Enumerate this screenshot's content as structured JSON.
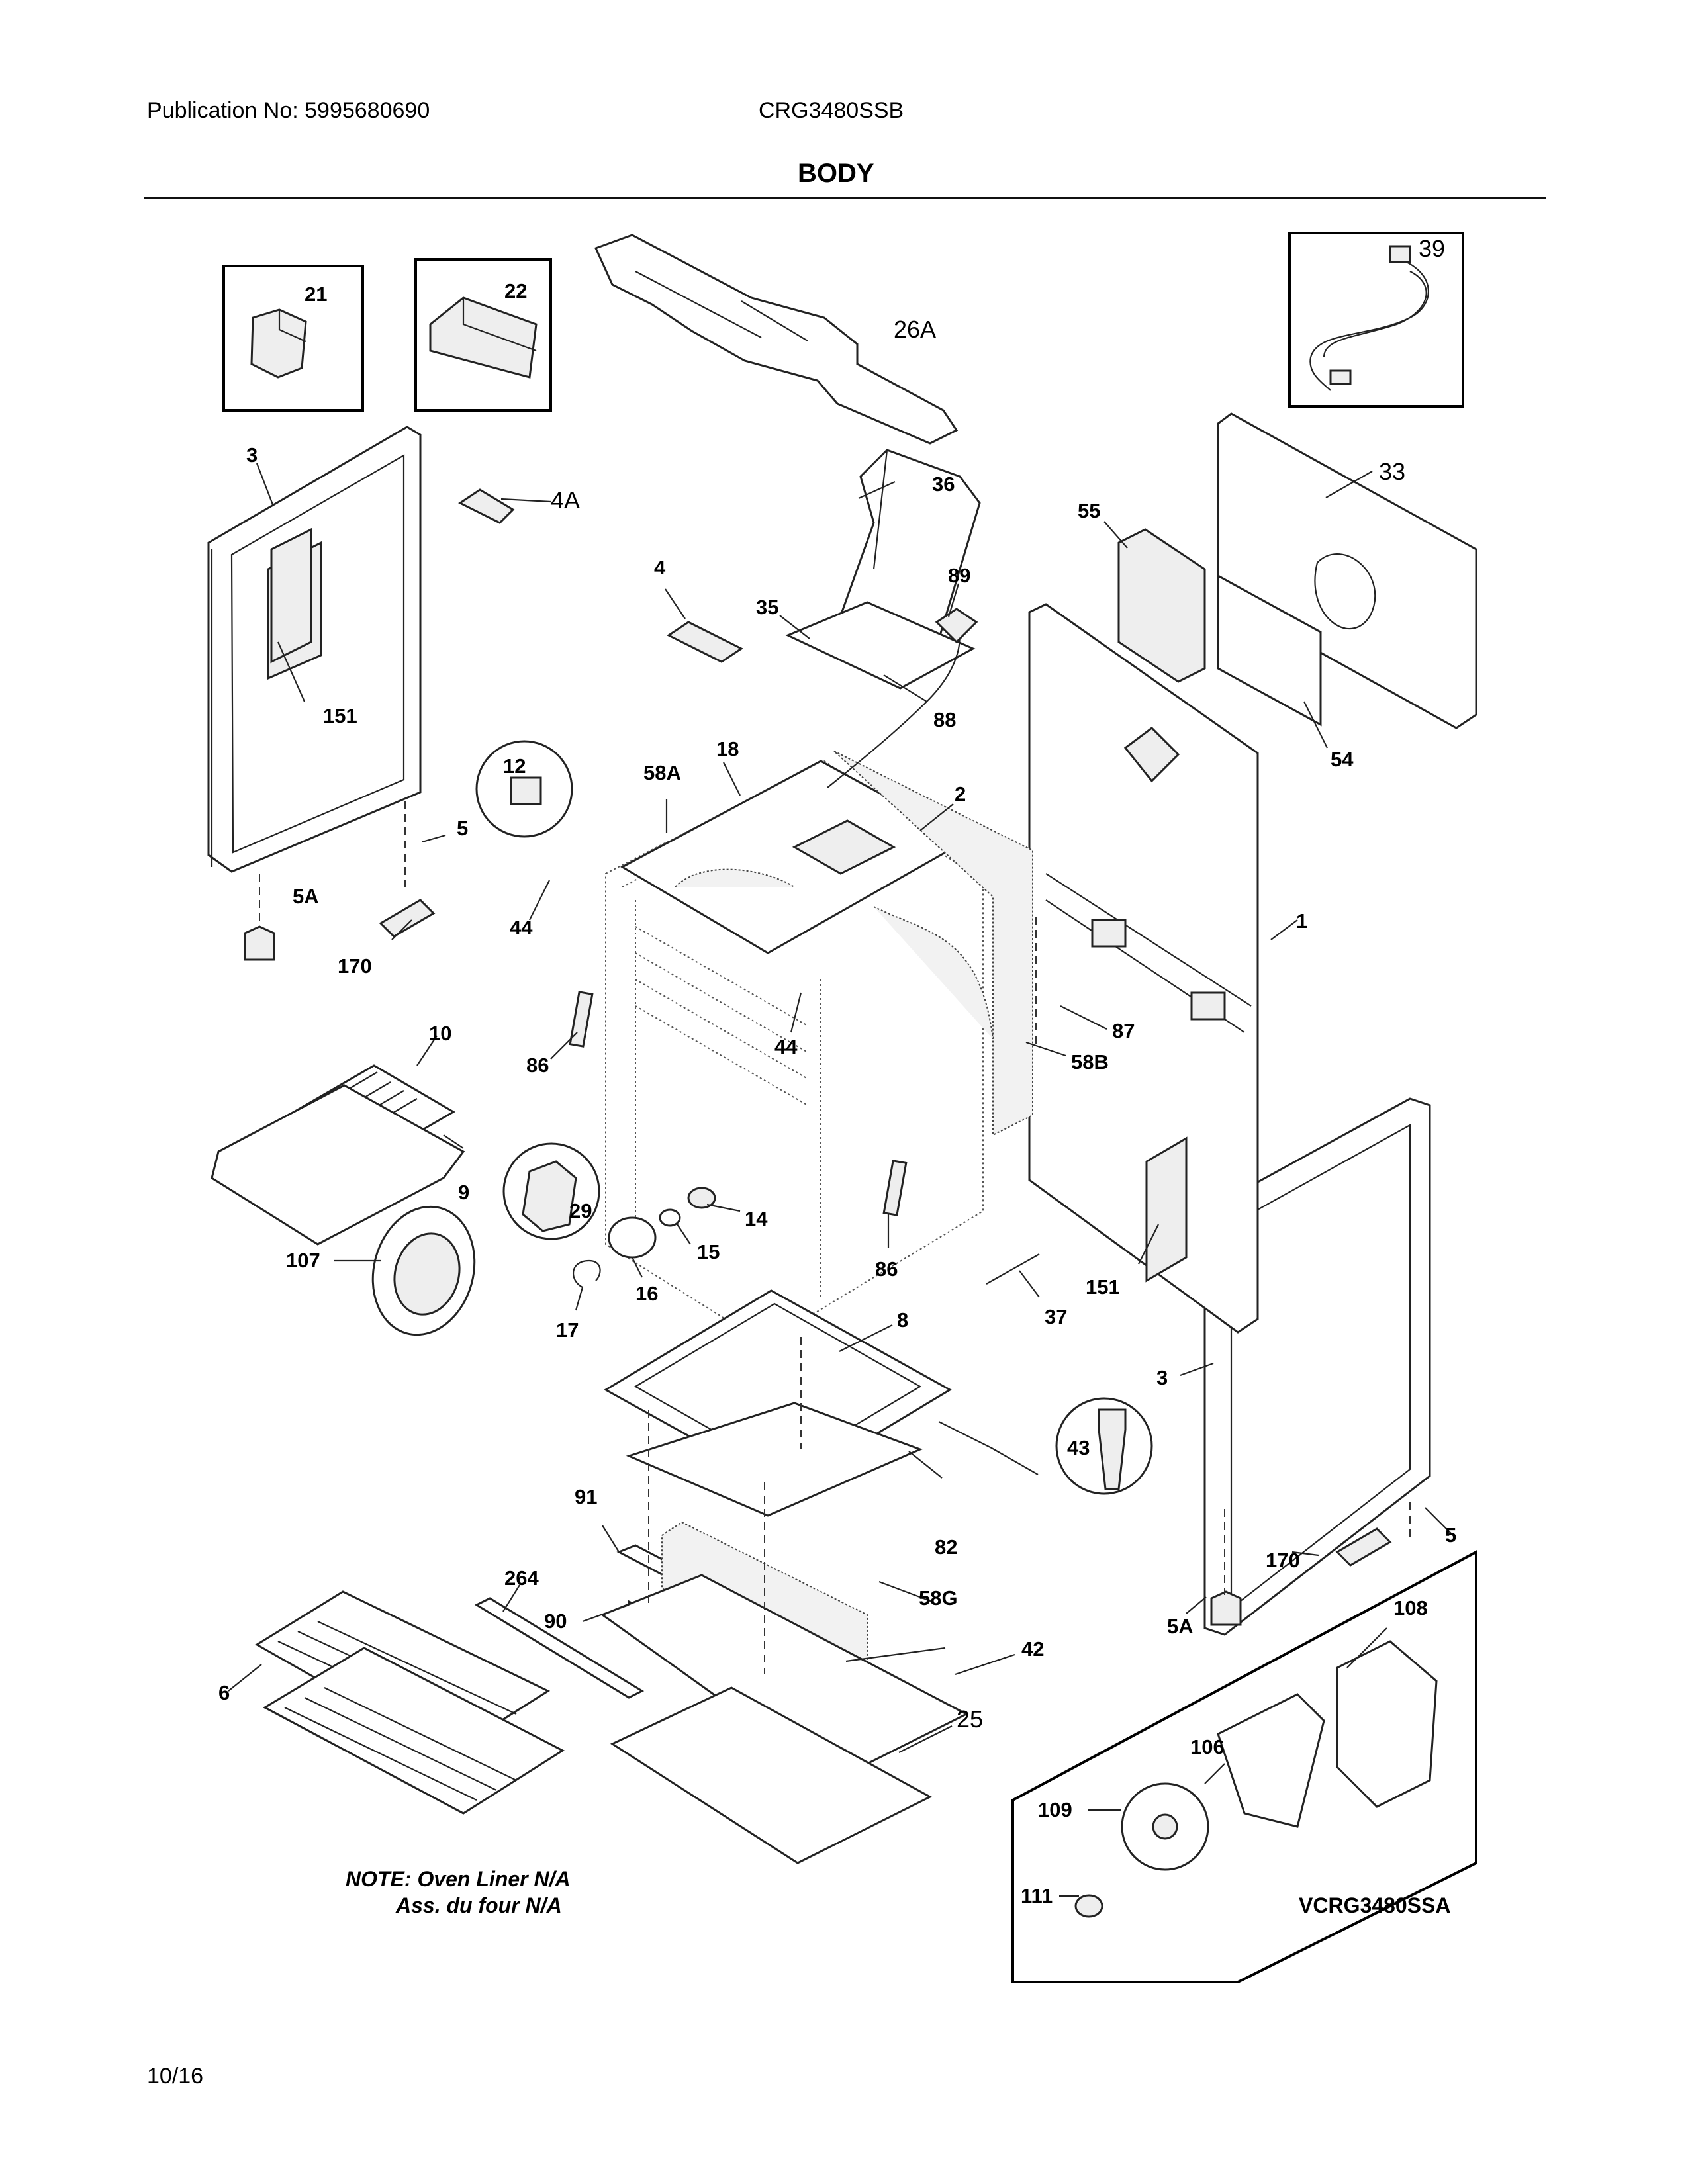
{
  "header": {
    "publication": "Publication No: 5995680690",
    "model": "CRG3480SSB",
    "section_title": "BODY"
  },
  "footer": {
    "date": "10/16"
  },
  "note": {
    "line1": "NOTE: Oven Liner N/A",
    "line2": "Ass. du four N/A"
  },
  "inset_code": "VCRG3480SSA",
  "callouts": {
    "c1": "1",
    "c2": "2",
    "c3_left": "3",
    "c3_right": "3",
    "c4": "4",
    "c4A": "4A",
    "c5_left": "5",
    "c5_right": "5",
    "c5A_left": "5A",
    "c5A_right": "5A",
    "c6": "6",
    "c8": "8",
    "c9": "9",
    "c10": "10",
    "c12": "12",
    "c14": "14",
    "c15": "15",
    "c16": "16",
    "c17": "17",
    "c18": "18",
    "c21": "21",
    "c22": "22",
    "c25": "25",
    "c26A": "26A",
    "c29": "29",
    "c33": "33",
    "c35": "35",
    "c36": "36",
    "c37": "37",
    "c39": "39",
    "c42": "42",
    "c43": "43",
    "c44_left": "44",
    "c44_right": "44",
    "c54": "54",
    "c55": "55",
    "c58A": "58A",
    "c58B": "58B",
    "c58G": "58G",
    "c82": "82",
    "c86_left": "86",
    "c86_right": "86",
    "c87": "87",
    "c88": "88",
    "c89": "89",
    "c90": "90",
    "c91": "91",
    "c106": "106",
    "c107": "107",
    "c108": "108",
    "c109": "109",
    "c111": "111",
    "c151_left": "151",
    "c151_right": "151",
    "c170_left": "170",
    "c170_right": "170",
    "c264": "264"
  }
}
